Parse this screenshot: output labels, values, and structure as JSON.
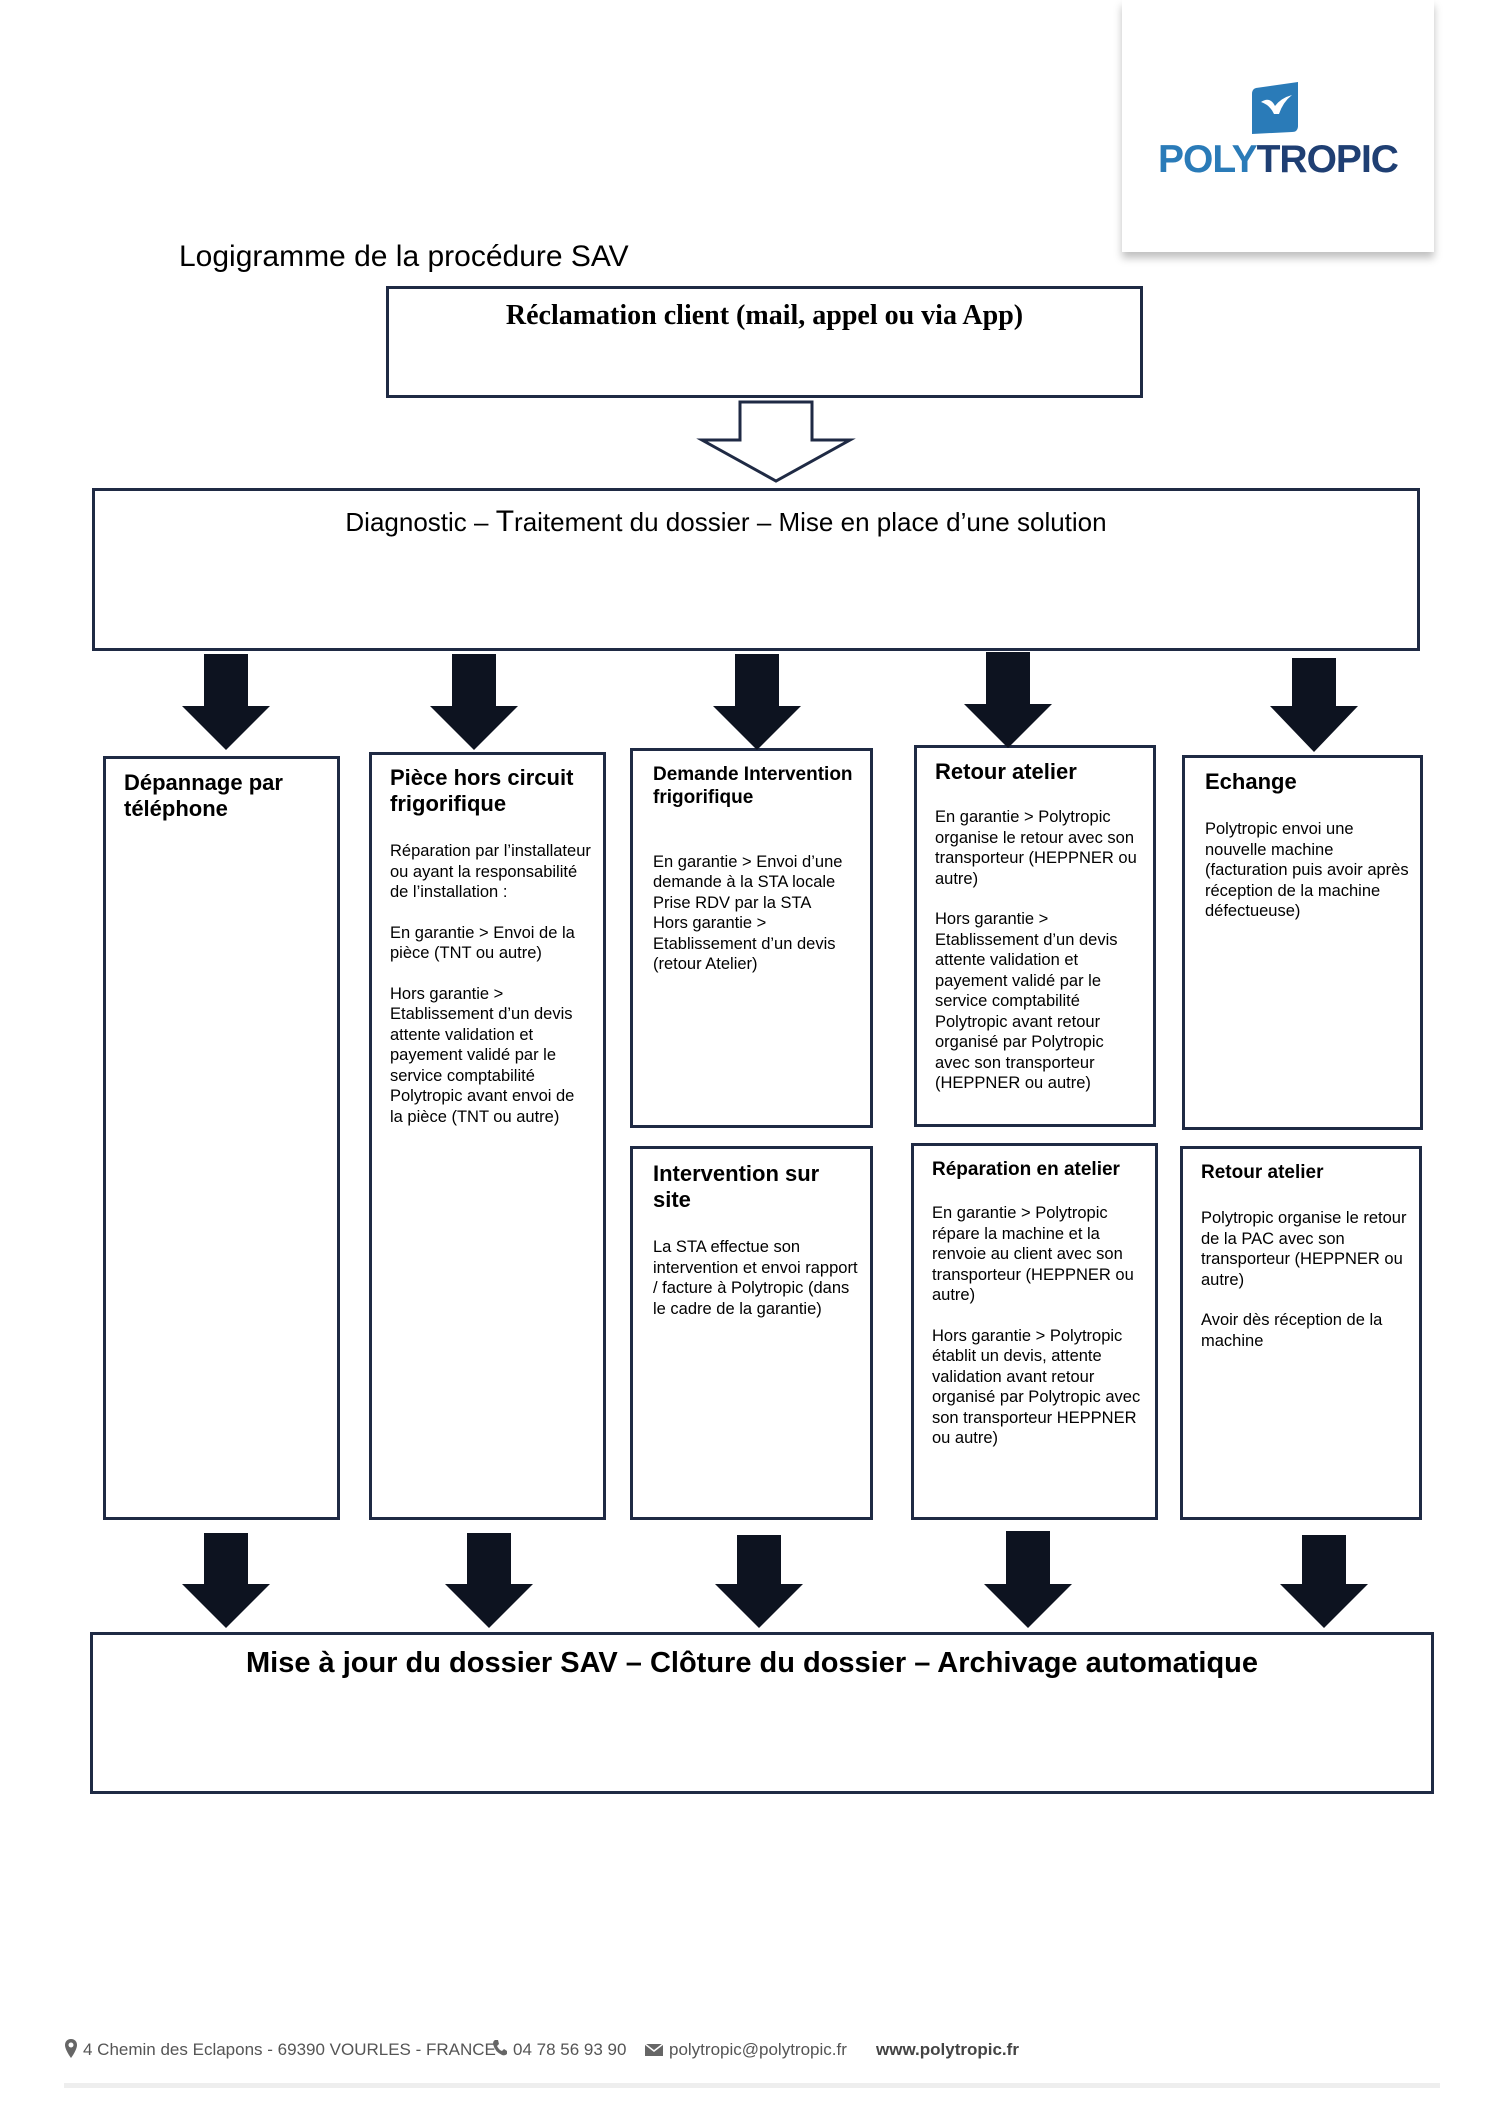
{
  "logo": {
    "part1": "POLY",
    "part2": "TROPIC",
    "icon": "polytropic-bird-logo-icon",
    "colors": {
      "light": "#2a7bb8",
      "dark": "#1f3f73"
    }
  },
  "title": "Logigramme de la procédure SAV",
  "top_box": "Réclamation client (mail, appel ou via App)",
  "diagnostic": {
    "prefix": "Diagnostic – ",
    "big_letter": "T",
    "suffix": "raitement du dossier – Mise en place d’une solution"
  },
  "columns": [
    {
      "boxes": [
        {
          "heading": "Dépannage par téléphone",
          "body": []
        }
      ]
    },
    {
      "boxes": [
        {
          "heading": "Pièce hors circuit frigorifique",
          "body": [
            "Réparation par l’installateur ou ayant la responsabilité de l’installation :",
            "En garantie > Envoi de la pièce (TNT ou autre)",
            "Hors garantie > Etablissement d’un devis attente validation et payement validé par le service comptabilité Polytropic avant envoi de la pièce (TNT ou autre)"
          ]
        }
      ]
    },
    {
      "boxes": [
        {
          "heading": "Demande Intervention frigorifique",
          "body": [
            "En garantie > Envoi d’une demande à la STA locale\nPrise RDV par la STA\nHors garantie > Etablissement d’un devis (retour Atelier)"
          ]
        },
        {
          "heading": "Intervention sur site",
          "body": [
            "La STA effectue son intervention et envoi rapport / facture à Polytropic (dans le cadre de la garantie)"
          ]
        }
      ]
    },
    {
      "boxes": [
        {
          "heading": "Retour atelier",
          "body": [
            "En garantie > Polytropic organise le retour avec son transporteur (HEPPNER ou autre)",
            "Hors garantie > Etablissement d’un devis attente validation et payement validé par le service comptabilité Polytropic avant retour organisé par Polytropic avec son transporteur (HEPPNER ou autre)"
          ]
        },
        {
          "heading": "Réparation en atelier",
          "body": [
            "En garantie > Polytropic répare la machine et la renvoie au client avec son transporteur (HEPPNER ou autre)",
            "Hors garantie > Polytropic établit un devis, attente validation avant retour organisé par Polytropic avec son transporteur HEPPNER ou autre)"
          ]
        }
      ]
    },
    {
      "boxes": [
        {
          "heading": "Echange",
          "body": [
            "Polytropic envoi une nouvelle machine (facturation puis avoir après réception de la machine défectueuse)"
          ]
        },
        {
          "heading": "Retour atelier",
          "body": [
            "Polytropic organise le retour de la PAC avec son transporteur (HEPPNER ou autre)",
            "Avoir dès réception de la machine"
          ]
        }
      ]
    }
  ],
  "bottom_box": "Mise à jour du dossier SAV – Clôture du dossier – Archivage automatique",
  "footer": {
    "address": "4 Chemin des Eclapons - 69390 VOURLES - FRANCE",
    "phone": "04 78 56 93 90",
    "email": "polytropic@polytropic.fr",
    "website": "www.polytropic.fr"
  },
  "colors": {
    "border": "#1f2a44",
    "arrow": "#0d1320"
  }
}
